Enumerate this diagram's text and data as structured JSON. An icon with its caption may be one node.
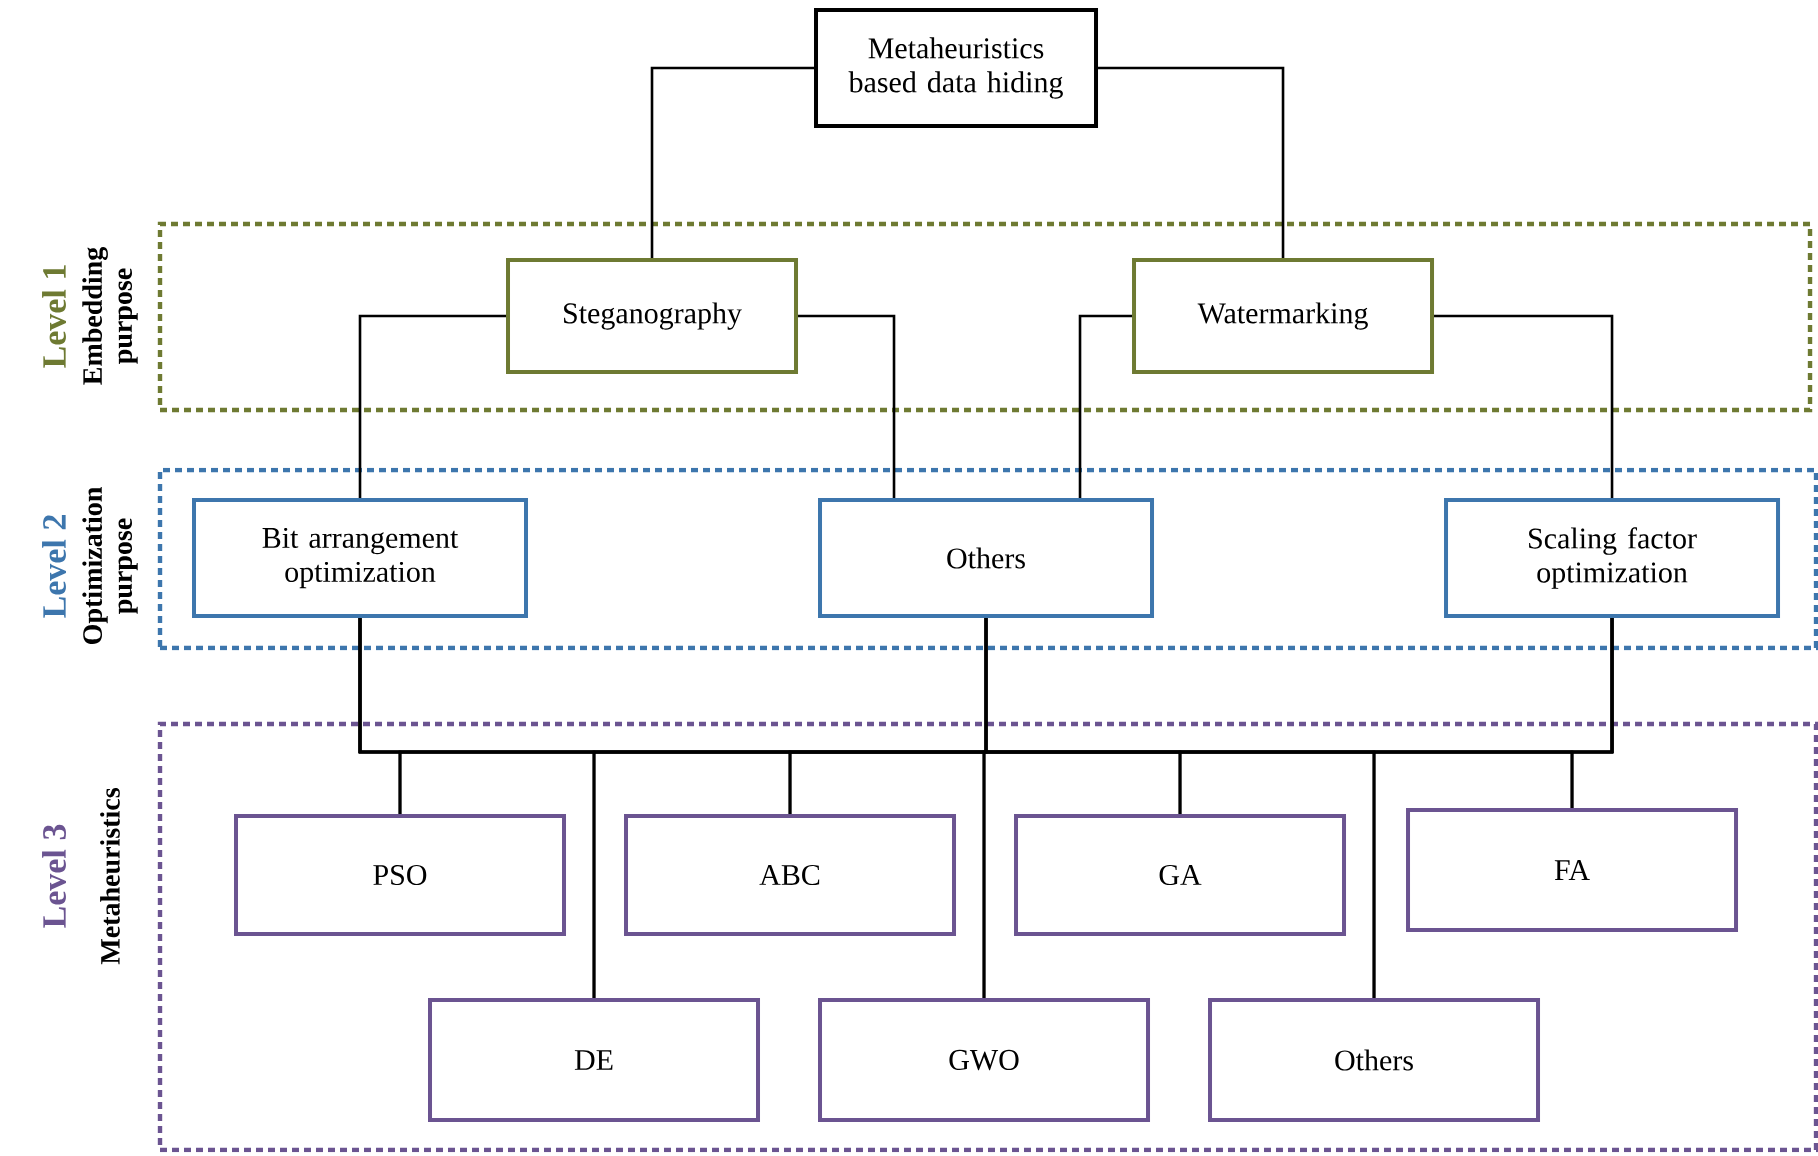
{
  "diagram": {
    "nodes": [
      {
        "text": [
          "Metaheuristics based data hiding"
        ]
      },
      {
        "text": [
          "Level 1",
          "Embedding purpose"
        ]
      },
      {
        "text": [
          "Steganography"
        ],
        "in": 1
      },
      {
        "text": [
          "Watermarking"
        ],
        "in": 1
      },
      {
        "text": [
          "Level 2",
          "Optimization purpose"
        ]
      },
      {
        "text": [
          "Bit arrangement optimization"
        ],
        "in": 4
      },
      {
        "text": [
          "Others"
        ],
        "in": 4
      },
      {
        "text": [
          "Scaling factor optimization"
        ],
        "in": 4
      },
      {
        "text": [
          "Level 3",
          "Metaheuristics"
        ]
      },
      {
        "text": [
          "PSO"
        ],
        "in": 8
      },
      {
        "text": [
          "ABC"
        ],
        "in": 8
      },
      {
        "text": [
          "GA"
        ],
        "in": 8
      },
      {
        "text": [
          "FA"
        ],
        "in": 8
      },
      {
        "text": [
          "DE"
        ],
        "in": 8
      },
      {
        "text": [
          "GWO"
        ],
        "in": 8
      },
      {
        "text": [
          "Others"
        ],
        "in": 8
      }
    ],
    "edges": [
      {
        "from": 0,
        "to": 2,
        "arrow": "none"
      },
      {
        "from": 0,
        "to": 3,
        "arrow": "none"
      },
      {
        "from": 2,
        "to": 5,
        "arrow": "none"
      },
      {
        "from": 2,
        "to": 6,
        "arrow": "none"
      },
      {
        "from": 3,
        "to": 6,
        "arrow": "none"
      },
      {
        "from": 3,
        "to": 7,
        "arrow": "none"
      },
      {
        "from": 5,
        "to": 9,
        "arrow": "none"
      },
      {
        "from": 5,
        "to": 10,
        "arrow": "none"
      },
      {
        "from": 5,
        "to": 11,
        "arrow": "none"
      },
      {
        "from": 5,
        "to": 12,
        "arrow": "none"
      },
      {
        "from": 5,
        "to": 13,
        "arrow": "none"
      },
      {
        "from": 5,
        "to": 14,
        "arrow": "none"
      },
      {
        "from": 5,
        "to": 15,
        "arrow": "none"
      },
      {
        "from": 6,
        "to": 9,
        "arrow": "none"
      },
      {
        "from": 6,
        "to": 10,
        "arrow": "none"
      },
      {
        "from": 6,
        "to": 11,
        "arrow": "none"
      },
      {
        "from": 6,
        "to": 12,
        "arrow": "none"
      },
      {
        "from": 6,
        "to": 13,
        "arrow": "none"
      },
      {
        "from": 6,
        "to": 14,
        "arrow": "none"
      },
      {
        "from": 6,
        "to": 15,
        "arrow": "none"
      },
      {
        "from": 7,
        "to": 9,
        "arrow": "none"
      },
      {
        "from": 7,
        "to": 10,
        "arrow": "none"
      },
      {
        "from": 7,
        "to": 11,
        "arrow": "none"
      },
      {
        "from": 7,
        "to": 12,
        "arrow": "none"
      },
      {
        "from": 7,
        "to": 13,
        "arrow": "none"
      },
      {
        "from": 7,
        "to": 14,
        "arrow": "none"
      },
      {
        "from": 7,
        "to": 15,
        "arrow": "none"
      }
    ]
  }
}
